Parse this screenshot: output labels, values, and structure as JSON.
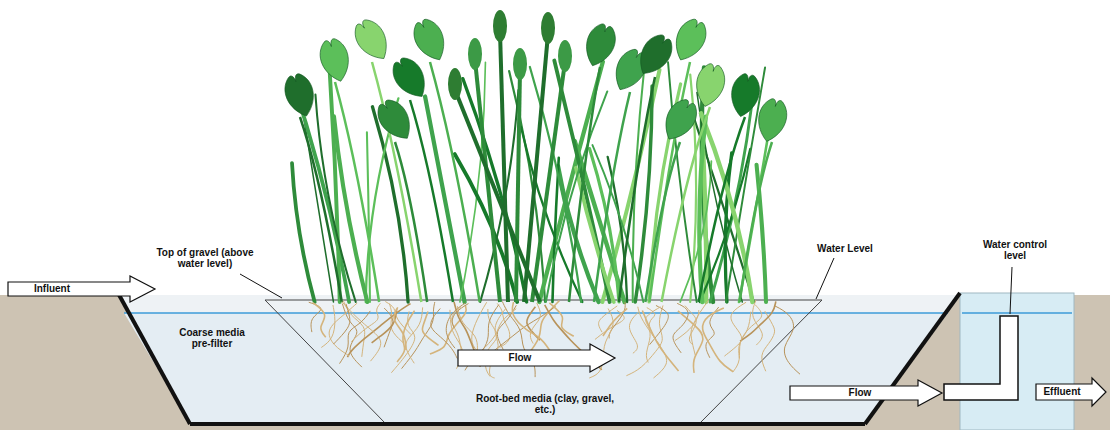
{
  "diagram": {
    "labels": [
      "Top of gravel (above water level)",
      "Water Level",
      "Water control level",
      "Influent",
      "Coarse media pre-filter",
      "Flow",
      "Flow",
      "Root-bed media (clay, gravel, etc.)",
      "Effluent"
    ]
  }
}
